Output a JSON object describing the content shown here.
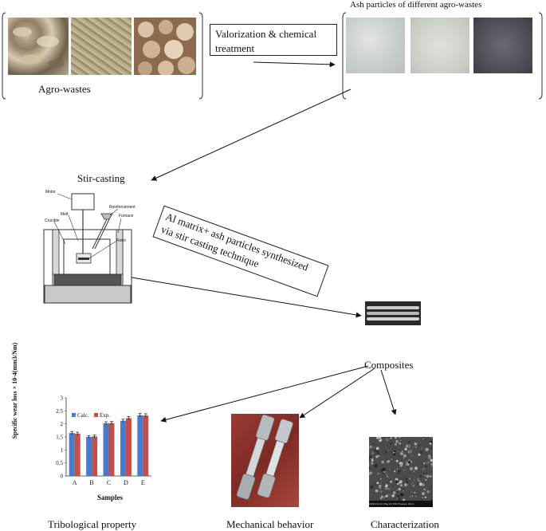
{
  "labels": {
    "agro_wastes": "Agro-wastes",
    "valorization": "Valorization & chemical treatment",
    "ash_particles": "Ash particles of different agro-wastes",
    "stir_casting": "Stir-casting",
    "synthesis": "Al matrix+ ash particles synthesized via stir casting technique",
    "composites": "Composites",
    "tribological": "Tribological property",
    "mechanical": "Mechanical behavior",
    "characterization": "Characterization"
  },
  "furnace_diagram": {
    "motor": "Motor",
    "melt": "Melt",
    "reinforcement": "Reinforcement",
    "crucible": "Crucible",
    "furnace": "Furnace",
    "rotor": "Rotor"
  },
  "sem_caption": "ANSCCC  EC  Mag  HV  WD  Pressure  10um",
  "chart_data": {
    "type": "bar",
    "categories": [
      "A",
      "B",
      "C",
      "D",
      "E"
    ],
    "series": [
      {
        "name": "Calc.",
        "values": [
          1.65,
          1.5,
          2.02,
          2.12,
          2.33
        ],
        "errors": [
          0.06,
          0.05,
          0.06,
          0.06,
          0.07
        ]
      },
      {
        "name": "Exp.",
        "values": [
          1.62,
          1.52,
          2.03,
          2.22,
          2.32
        ],
        "errors": [
          0.06,
          0.05,
          0.06,
          0.06,
          0.07
        ]
      }
    ],
    "xlabel": "Samples",
    "ylabel": "Specific wear loss × 10-4(mm3/Nm)",
    "ylim": [
      0,
      3
    ],
    "yticks": [
      "0",
      "0.5",
      "1",
      "1.5",
      "2",
      "2.5",
      "3"
    ],
    "colors": [
      "#4a7bc8",
      "#c0504d"
    ]
  },
  "colors": {
    "calc": "#4a7bc8",
    "exp": "#c0504d"
  }
}
